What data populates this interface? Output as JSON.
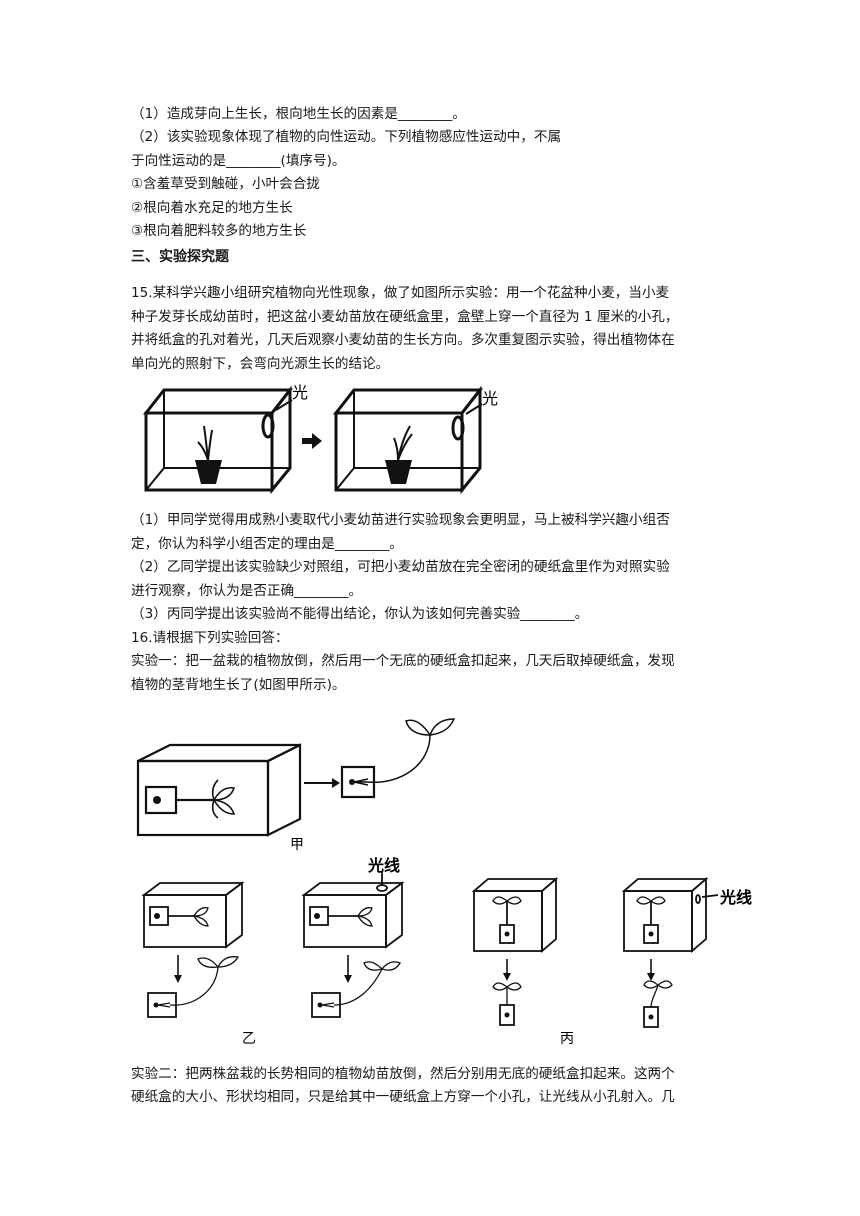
{
  "q14": {
    "sub1": "（1）造成芽向上生长，根向地生长的因素是________。",
    "sub2a": "（2）该实验现象体现了植物的向性运动。下列植物感应性运动中，不属",
    "sub2b": "于向性运动的是________(填序号)。",
    "opt1": "①含羞草受到触碰，小叶会合拢",
    "opt2": "②根向着水充足的地方生长",
    "opt3": "③根向着肥料较多的地方生长"
  },
  "section3": {
    "title": "三、实验探究题"
  },
  "q15": {
    "line1": "15.某科学兴趣小组研究植物向光性现象，做了如图所示实验：用一个花盆种小麦，当小麦",
    "line2": "种子发芽长成幼苗时，把这盆小麦幼苗放在硬纸盒里，盒壁上穿一个直径为 1 厘米的小孔，",
    "line3": "并将纸盒的孔对着光，几天后观察小麦幼苗的生长方向。多次重复图示实验，得出植物体在",
    "line4": "单向光的照射下，会弯向光源生长的结论。",
    "fig_label_light_1": "光",
    "fig_label_light_2": "光",
    "sub1a": "（1）甲同学觉得用成熟小麦取代小麦幼苗进行实验现象会更明显，马上被科学兴趣小组否",
    "sub1b": "定，你认为科学小组否定的理由是________。",
    "sub2a": "（2）乙同学提出该实验缺少对照组，可把小麦幼苗放在完全密闭的硬纸盒里作为对照实验",
    "sub2b": "进行观察，你认为是否正确________。",
    "sub3": "（3）丙同学提出该实验尚不能得出结论，你认为该如何完善实验________。"
  },
  "q16": {
    "line1": "16.请根据下列实验回答：",
    "exp1a": "实验一：把一盆栽的植物放倒，然后用一个无底的硬纸盒扣起来，几天后取掉硬纸盒，发现",
    "exp1b": "植物的茎背地生长了(如图甲所示)。",
    "fig_label_jia": "甲",
    "fig_label_yi": "乙",
    "fig_label_bing": "丙",
    "fig_label_light_top": "光线",
    "fig_label_light_side": "光线",
    "exp2a": "实验二：把两株盆栽的长势相同的植物幼苗放倒，然后分别用无底的硬纸盒扣起来。这两个",
    "exp2b": "硬纸盒的大小、形状均相同，只是给其中一硬纸盒上方穿一个小孔，让光线从小孔射入。几"
  }
}
